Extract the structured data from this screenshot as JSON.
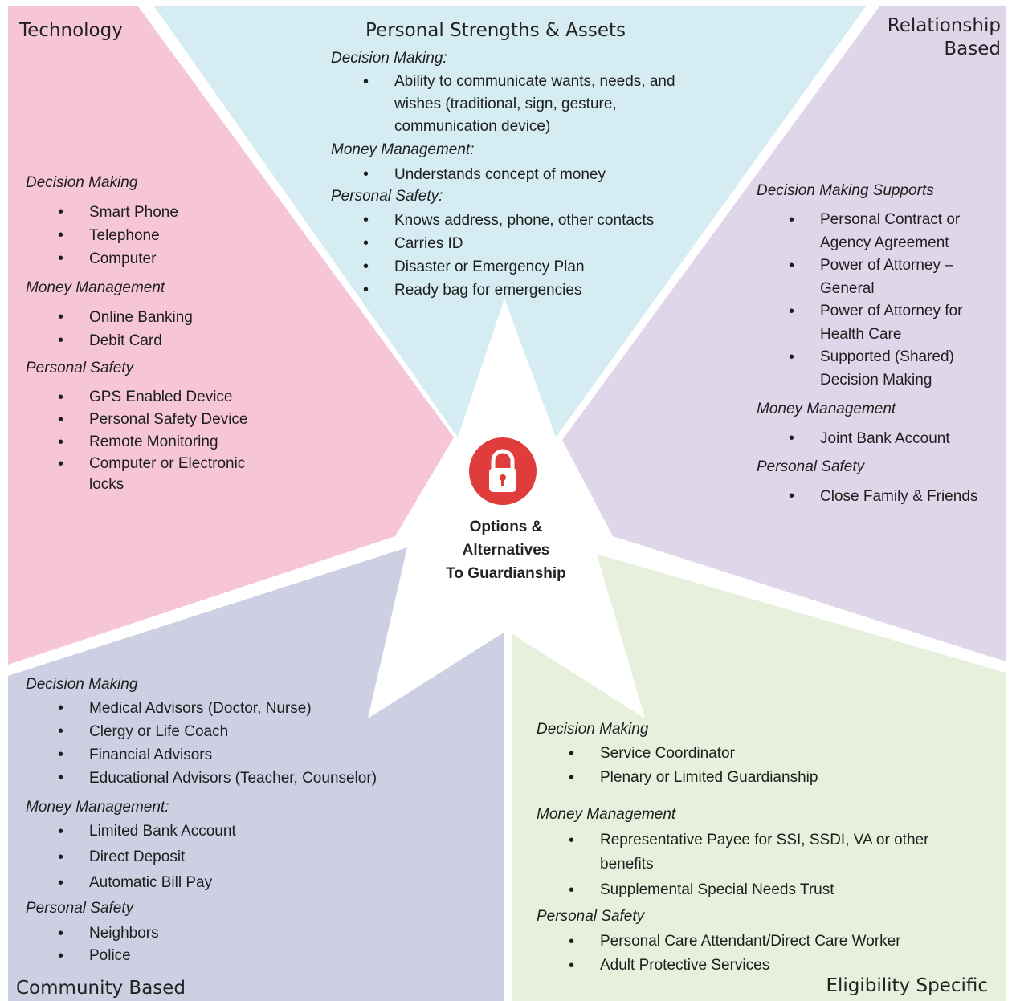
{
  "center": {
    "lines": [
      "Options &",
      "Alternatives",
      "To Guardianship"
    ],
    "icon": "padlock-icon",
    "icon_color": "#e03c3c"
  },
  "colors": {
    "technology": "#f6c6d8",
    "personal_strengths": "#d5edf2",
    "relationship": "#e0d6ea",
    "community": "#cdcfe3",
    "eligibility": "#e7f0dc"
  },
  "technology": {
    "title": "Technology",
    "groups": [
      {
        "label": "Decision Making",
        "items": [
          "Smart Phone",
          "Telephone",
          "Computer"
        ]
      },
      {
        "label": "Money Management",
        "items": [
          "Online Banking",
          "Debit Card"
        ]
      },
      {
        "label": "Personal Safety",
        "items": [
          "GPS Enabled Device",
          "Personal Safety Device",
          "Remote Monitoring",
          "Computer or Electronic locks"
        ]
      }
    ]
  },
  "personal_strengths": {
    "title": "Personal Strengths & Assets",
    "groups": [
      {
        "label": "Decision Making:",
        "items": [
          "Ability to communicate wants, needs, and wishes (traditional, sign, gesture, communication device)"
        ]
      },
      {
        "label": "Money Management:",
        "items": [
          "Understands concept of money"
        ]
      },
      {
        "label": "Personal Safety:",
        "items": [
          "Knows address, phone, other contacts",
          "Carries ID",
          "Disaster or Emergency Plan",
          "Ready bag for emergencies"
        ]
      }
    ]
  },
  "relationship": {
    "title_line1": "Relationship",
    "title_line2": "Based",
    "groups": [
      {
        "label": "Decision Making Supports",
        "items": [
          "Personal Contract or Agency Agreement",
          "Power of Attorney – General",
          "Power of Attorney for Health Care",
          "Supported (Shared) Decision Making"
        ]
      },
      {
        "label": "Money Management",
        "items": [
          "Joint Bank Account"
        ]
      },
      {
        "label": "Personal Safety",
        "items": [
          "Close Family & Friends"
        ]
      }
    ]
  },
  "community": {
    "title": "Community Based",
    "groups": [
      {
        "label": "Decision Making",
        "items": [
          "Medical Advisors (Doctor, Nurse)",
          "Clergy or Life Coach",
          "Financial Advisors",
          "Educational Advisors (Teacher, Counselor)"
        ]
      },
      {
        "label": "Money Management:",
        "items": [
          "Limited Bank Account",
          "Direct Deposit",
          "Automatic Bill Pay"
        ]
      },
      {
        "label": "Personal Safety",
        "items": [
          "Neighbors",
          "Police"
        ]
      }
    ]
  },
  "eligibility": {
    "title": "Eligibility Specific",
    "groups": [
      {
        "label": "Decision Making",
        "items": [
          "Service Coordinator",
          "Plenary or Limited Guardianship"
        ]
      },
      {
        "label": "Money Management",
        "items": [
          "Representative Payee for SSI, SSDI, VA or other benefits",
          "Supplemental Special Needs Trust"
        ]
      },
      {
        "label": "Personal Safety",
        "items": [
          "Personal Care Attendant/Direct Care Worker",
          "Adult Protective Services"
        ]
      }
    ]
  }
}
